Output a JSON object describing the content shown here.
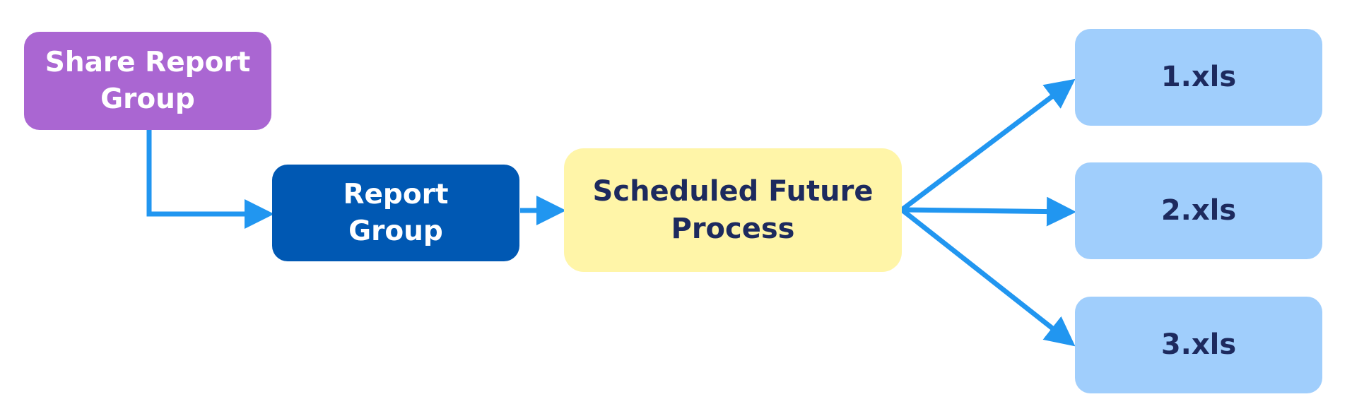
{
  "colors": {
    "edge": "#2196f0",
    "share_fill": "#aa66d2",
    "share_text": "#ffffff",
    "report_fill": "#0058b3",
    "report_text": "#ffffff",
    "sched_fill": "#fff5a8",
    "sched_text": "#1d2a5e",
    "file_fill": "#a0cefc",
    "file_text": "#1d2a5e"
  },
  "nodes": {
    "share_report_group": {
      "line1": "Share Report",
      "line2": "Group"
    },
    "report_group": {
      "line1": "Report",
      "line2": "Group"
    },
    "scheduled_future_process": {
      "line1": "Scheduled Future",
      "line2": "Process"
    },
    "files": [
      "1.xls",
      "2.xls",
      "3.xls"
    ]
  },
  "edges": [
    {
      "from": "share_report_group",
      "to": "report_group"
    },
    {
      "from": "report_group",
      "to": "scheduled_future_process"
    },
    {
      "from": "scheduled_future_process",
      "to": "1.xls"
    },
    {
      "from": "scheduled_future_process",
      "to": "2.xls"
    },
    {
      "from": "scheduled_future_process",
      "to": "3.xls"
    }
  ]
}
